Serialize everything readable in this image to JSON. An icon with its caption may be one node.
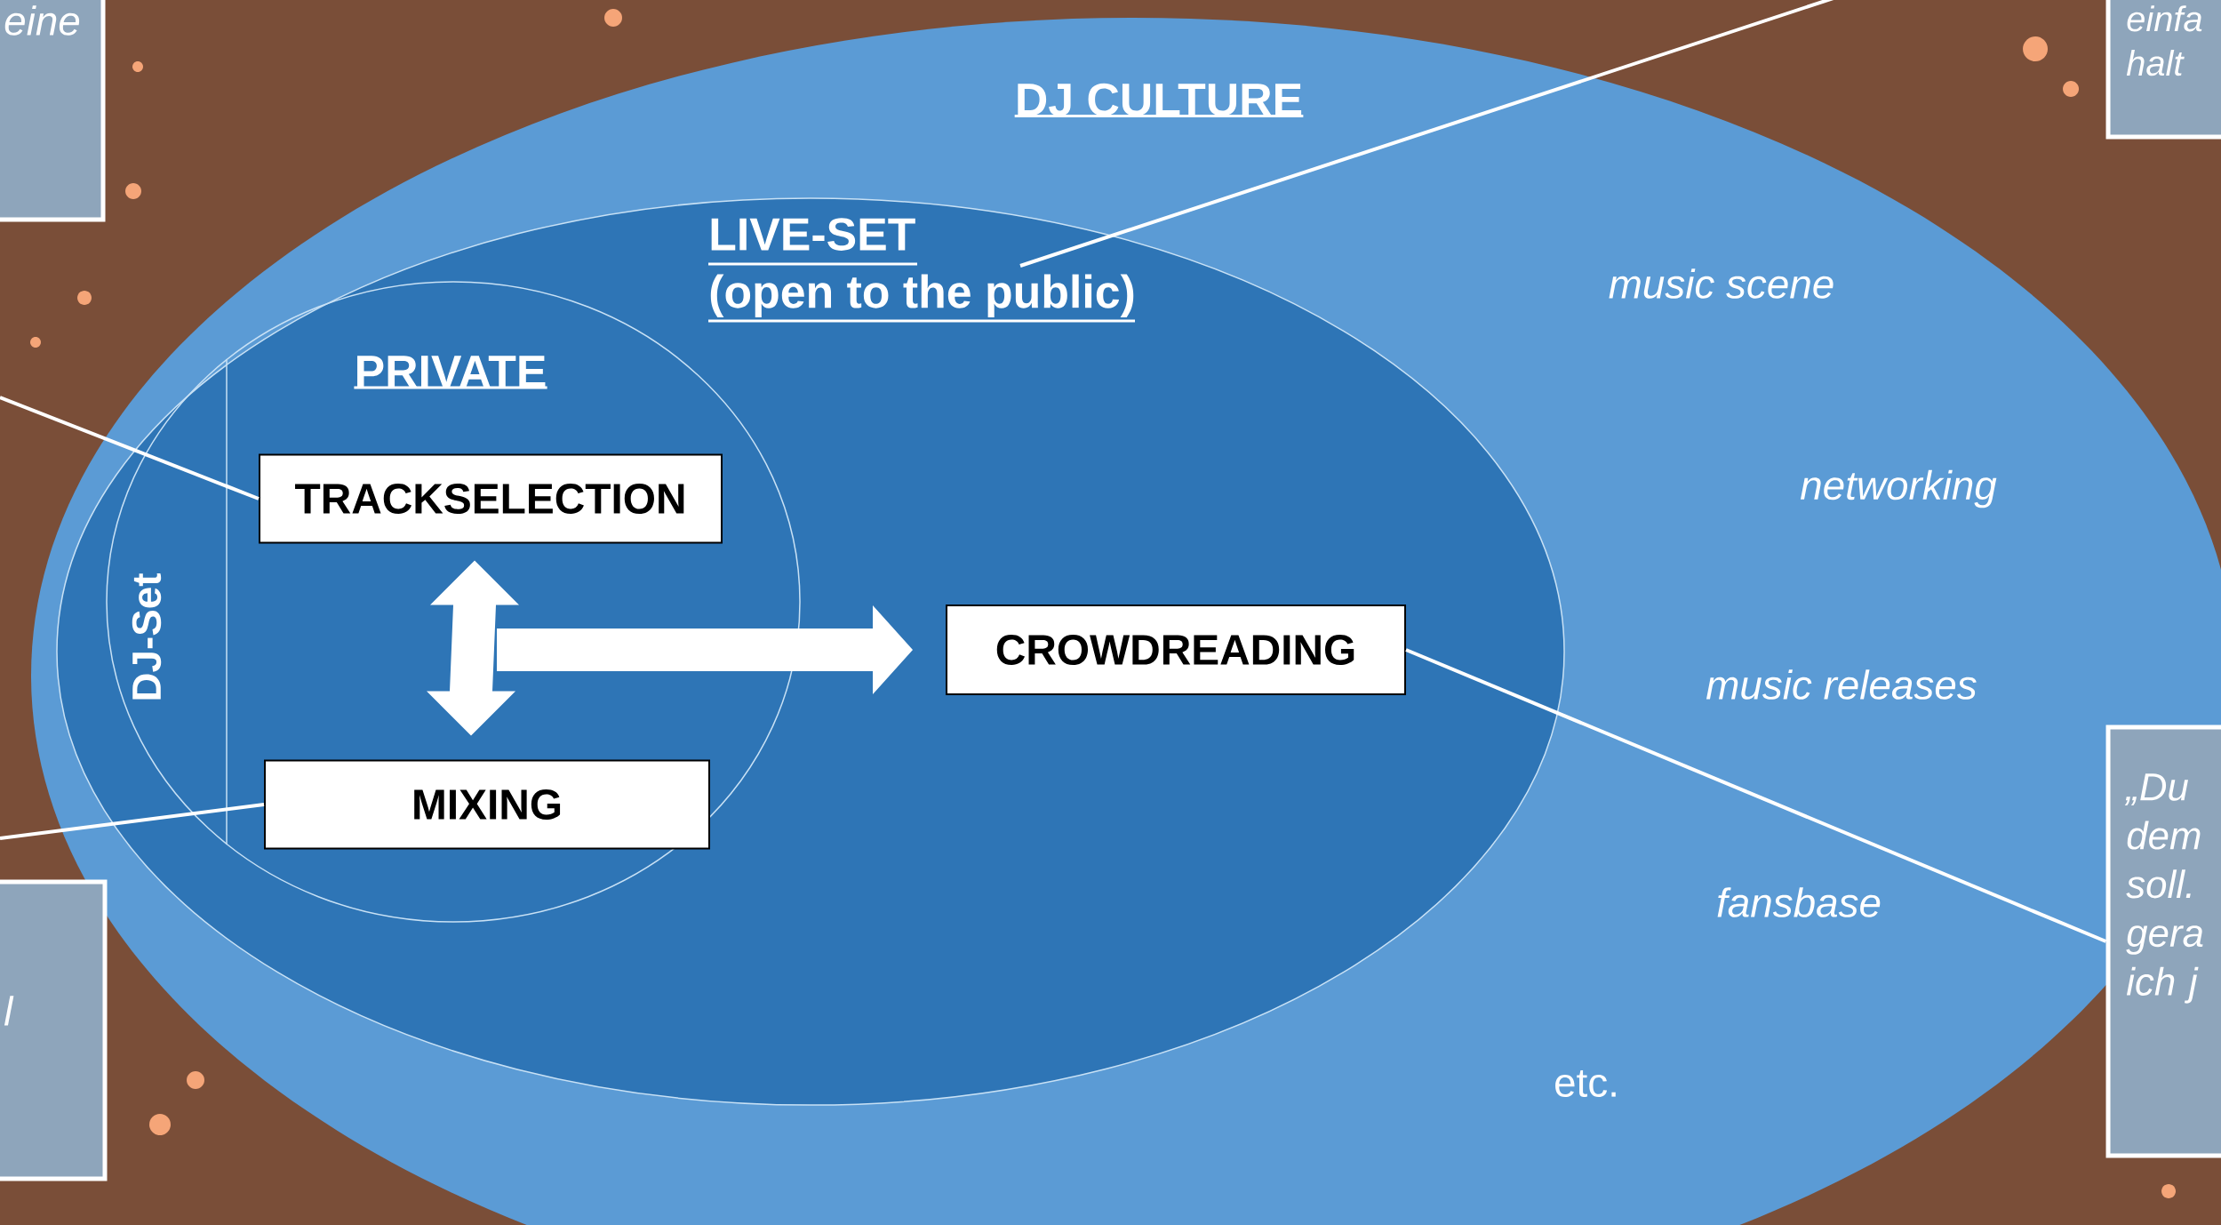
{
  "diagram": {
    "nodes": [
      {
        "text": [
          "DJ CULTURE",
          "music scene",
          "networking",
          "music releases",
          "fansbase",
          "etc."
        ]
      },
      {
        "text": [
          "LIVE-SET (open to the public)"
        ],
        "in": 0
      },
      {
        "text": [
          "PRIVATE"
        ],
        "in": 1
      },
      {
        "text": [
          "DJ-Set"
        ],
        "in": 2
      },
      {
        "text": [
          "TRACKSELECTION"
        ],
        "in": 2
      },
      {
        "text": [
          "MIXING"
        ],
        "in": 2
      },
      {
        "text": [
          "CROWDREADING"
        ],
        "in": 1
      },
      {
        "text": [
          "eine"
        ]
      },
      {
        "text": [
          "l"
        ]
      },
      {
        "text": [
          "einfa halt"
        ]
      },
      {
        "text": [
          "„Du dem soll. gera ich j"
        ]
      }
    ],
    "edges": [
      {
        "from": 4,
        "to": 5,
        "arrow": "both",
        "style": "thick"
      },
      {
        "from": null,
        "to": 6,
        "arrow": "to",
        "style": "thick"
      },
      {
        "from": 4,
        "to": null,
        "arrow": "none"
      },
      {
        "from": 5,
        "to": null,
        "arrow": "none"
      },
      {
        "from": 1,
        "to": null,
        "arrow": "none"
      },
      {
        "from": 6,
        "to": 10,
        "arrow": "none"
      }
    ]
  }
}
